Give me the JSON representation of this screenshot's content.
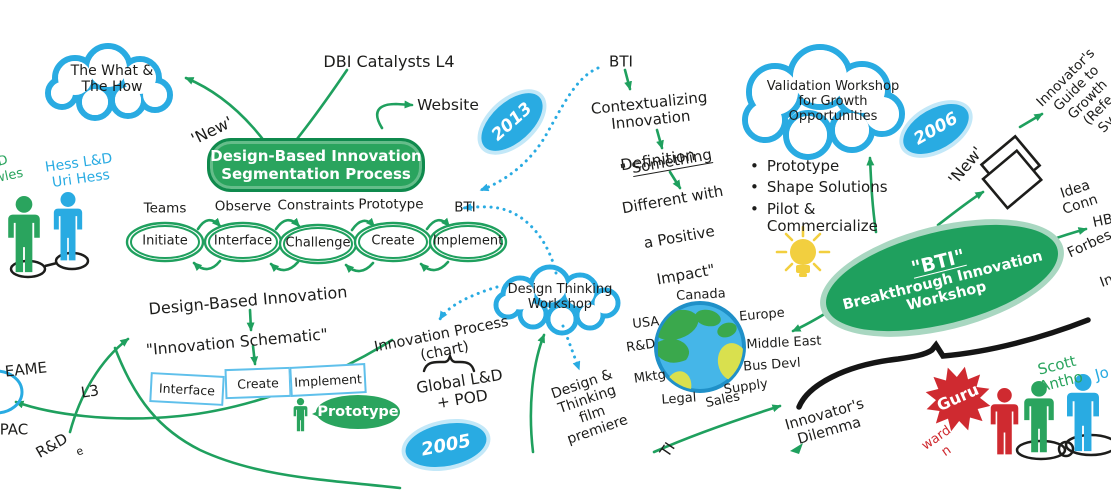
{
  "colors": {
    "blue": "#29abe2",
    "green": "#1fa05e",
    "dark_green": "#0f8a4d",
    "red": "#cf2a30",
    "yellow": "#f2cf3f",
    "ink": "#1d1d1b"
  },
  "icons": {
    "lightbulb": "lightbulb-icon",
    "globe": "globe-icon",
    "book": "book-icon",
    "person": "person-icon",
    "starburst": "guru-starburst",
    "cloud": "cloud-shape"
  },
  "top_left": {
    "cloud_text": "The What &\nThe How",
    "new_label": "'New'",
    "dbi_catalysts": "DBI Catalysts L4",
    "website": "Website",
    "year": "2013",
    "main_box": {
      "line1": "Design-Based Innovation",
      "line2": "Segmentation Process"
    }
  },
  "left_people": {
    "green_frag1": "D",
    "green_frag2": "wles",
    "blue_label": "Hess L&D\nUri Hess"
  },
  "process_chain": {
    "steps": [
      {
        "label": "Teams",
        "node": "Initiate"
      },
      {
        "label": "Observe",
        "node": "Interface"
      },
      {
        "label": "Constraints",
        "node": "Challenge"
      },
      {
        "label": "Prototype",
        "node": "Create"
      },
      {
        "label": "BTI",
        "node": "Implement"
      }
    ]
  },
  "schematic": {
    "title": "Design-Based Innovation",
    "subtitle": "\"Innovation Schematic\"",
    "boxes": [
      "Interface",
      "Create",
      "Implement"
    ],
    "l3": "L3"
  },
  "left_edge": {
    "eame": "EAME",
    "pac": "PAC",
    "rnd": "R&D",
    "frag": "e"
  },
  "bti_definition": {
    "bti": "BTI",
    "contextualizing": "Contextualizing\nInnovation",
    "definition": "Definition",
    "quote_open": "\" ",
    "quote_word": "Something",
    "quote_line2": "Different with",
    "quote_line3": "a Positive",
    "quote_line4": "Impact\""
  },
  "design_thinking": {
    "cloud_text": "Design Thinking\nWorkshop",
    "film": "Design &\nThinking\nfilm\npremiere"
  },
  "innovation_process": {
    "text": "Innovation Process\n(chart)",
    "global": "Global L&D\n+ POD",
    "year": "2005"
  },
  "prototype_bubble": "Prototype",
  "ti_fragment": "TI",
  "globe": {
    "canada": "Canada",
    "usa": "USA",
    "europe": "Europe",
    "rnd": "R&D",
    "middle_east": "Middle East",
    "mktg": "Mktg",
    "bus_devl": "Bus Devl",
    "supply": "Supply",
    "legal": "Legal",
    "sales": "Sales"
  },
  "validation": {
    "cloud_text": "Validation Workshop\nfor Growth\nOpportunities",
    "year": "2006",
    "new_label": "'New'",
    "bullet_char": "•",
    "bullets": [
      "Prototype",
      "Shape Solutions",
      "Pilot &\nCommercialize"
    ]
  },
  "bti_workshop": {
    "title": "\"BTI\"",
    "line1": "Breakthrough Innovation",
    "line2": "Workshop"
  },
  "innovators_dilemma": "Innovator's\nDilemma",
  "guru": "Guru",
  "red_fragments": {
    "frag1": "ward",
    "frag2": "n"
  },
  "authors": {
    "scott": "Scott Antho",
    "jo": "Jo"
  },
  "right_edge": {
    "guide": "Innovator's\nGuide to\nGrowth\n(Refe\nSyn",
    "idea": "Idea Conn",
    "hb": "HB",
    "forbes": "Forbes",
    "in_frag": "In"
  }
}
